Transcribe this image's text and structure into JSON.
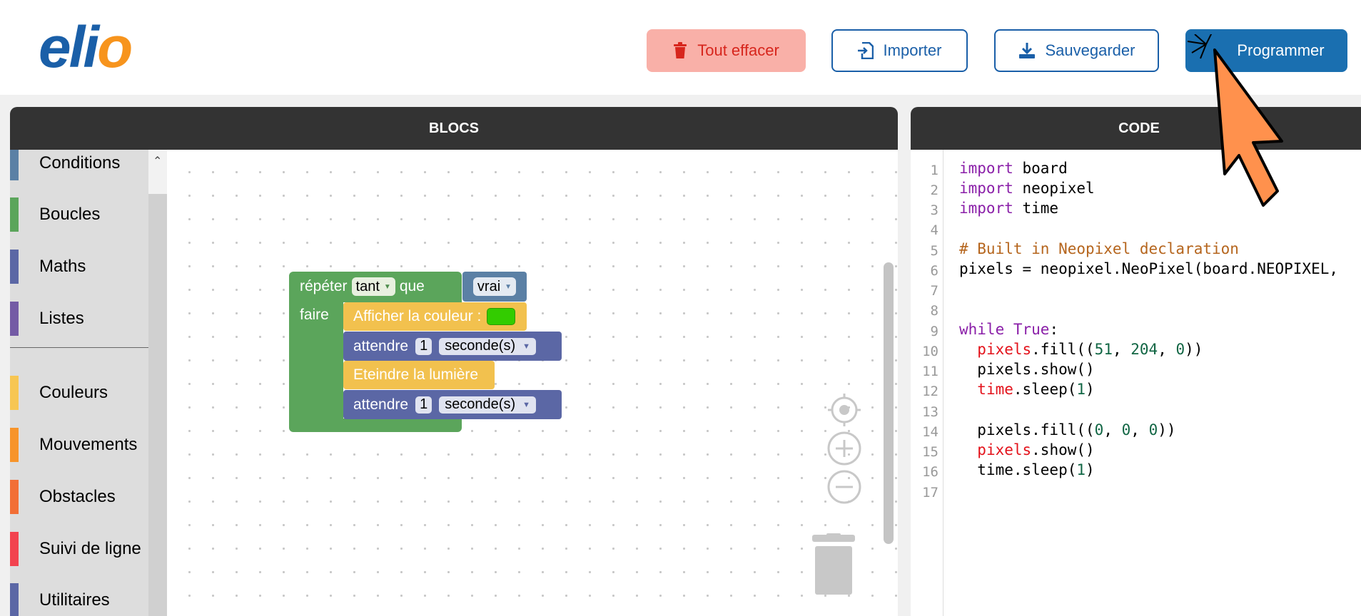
{
  "header": {
    "logo_main": "eli",
    "logo_accent": "o",
    "buttons": {
      "clear": "Tout effacer",
      "import": "Importer",
      "save": "Sauvegarder",
      "program": "Programmer"
    }
  },
  "panels": {
    "blocks_title": "BLOCS",
    "code_title": "CODE"
  },
  "toolbox": {
    "categories": [
      {
        "label": "Conditions",
        "color": "#5b80a5"
      },
      {
        "label": "Boucles",
        "color": "#5ba55b"
      },
      {
        "label": "Maths",
        "color": "#5b67a5"
      },
      {
        "label": "Listes",
        "color": "#745ba5"
      },
      {
        "label": "Couleurs",
        "color": "#f7c652"
      },
      {
        "label": "Mouvements",
        "color": "#f7942a"
      },
      {
        "label": "Obstacles",
        "color": "#f26f36"
      },
      {
        "label": "Suivi de ligne",
        "color": "#f2434f"
      },
      {
        "label": "Utilitaires",
        "color": "#5b67a5"
      }
    ]
  },
  "blocks": {
    "repeat": "répéter",
    "mode": "tant",
    "que": "que",
    "condition": "vrai",
    "do": "faire",
    "show_color": "Afficher la couleur :",
    "wait": "attendre",
    "wait_value": "1",
    "wait_unit": "seconde(s)",
    "light_off": "Eteindre la lumière",
    "swatch_color": "#33cc00"
  },
  "code": {
    "line_numbers": [
      "1",
      "2",
      "3",
      "4",
      "5",
      "6",
      "7",
      "8",
      "9",
      "10",
      "11",
      "12",
      "13",
      "14",
      "15",
      "16",
      "17"
    ],
    "lines": [
      "import board",
      "import neopixel",
      "import time",
      "",
      "# Built in Neopixel declaration",
      "pixels = neopixel.NeoPixel(board.NEOPIXEL,",
      "",
      "",
      "while True:",
      "  pixels.fill((51, 204, 0))",
      "  pixels.show()",
      "  time.sleep(1)",
      "",
      "  pixels.fill((0, 0, 0))",
      "  pixels.show()",
      "  time.sleep(1)",
      ""
    ]
  },
  "colors": {
    "brand_blue": "#1a5fa8",
    "brand_orange": "#f7941d",
    "panel_header": "#333333",
    "cursor": "#ff914d"
  }
}
